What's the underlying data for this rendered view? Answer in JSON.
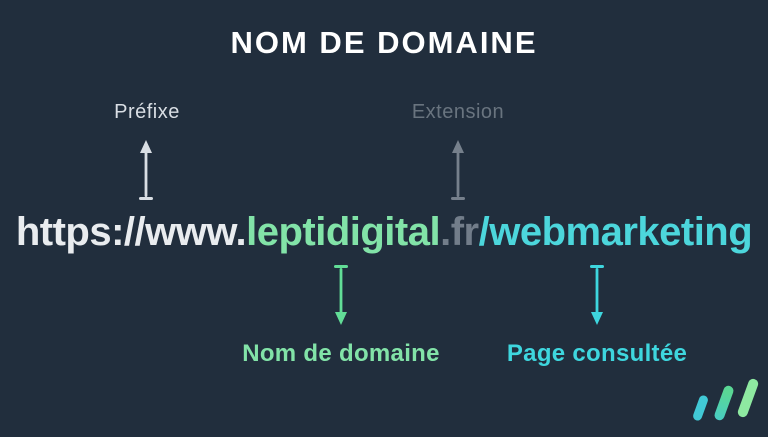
{
  "title": "NOM DE DOMAINE",
  "labels": {
    "prefix": "Préfixe",
    "extension": "Extension",
    "domain": "Nom de domaine",
    "page": "Page consultée"
  },
  "url": {
    "prefix": "https://www.",
    "domain": "leptidigital",
    "extension": ".fr",
    "page": "/webmarketing"
  },
  "icons": {
    "arrow_up": "arrow-up-icon",
    "arrow_down": "arrow-down-icon",
    "logo": "leptidigital-slashes-logo"
  },
  "colors": {
    "background": "#212e3d",
    "title": "#ffffff",
    "prefix_text": "#d9dee4",
    "extension_text": "#69747f",
    "arrow_gray": "#76808c",
    "url_white": "#e9ecef",
    "url_gray": "#727d8a",
    "domain_green": "#82e3a8",
    "page_cyan": "#4cd6dc",
    "label_green": "#62dd97",
    "label_cyan": "#3ed6de",
    "logo_teal": "#41c9d6",
    "logo_green": "#5ad795",
    "logo_light_green": "#8ee9a1"
  }
}
